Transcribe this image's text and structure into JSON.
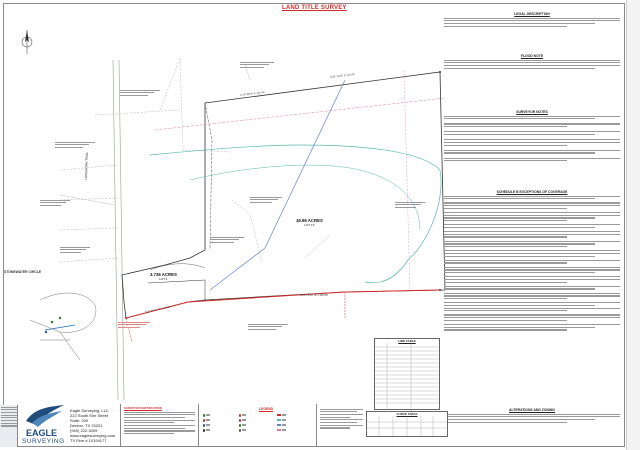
{
  "title": "LAND TITLE SURVEY",
  "headers": {
    "legal": "LEGAL DESCRIPTION",
    "flood": "FLOOD NOTE",
    "surveyor": "SURVEYOR NOTES",
    "schedule": "SCHEDULE B EXCEPTIONS OF COVERAGE",
    "alterations": "ALTERATIONS AND ZONING",
    "legend": "LEGEND",
    "survey_cert": "SURVEYOR CERTIFICATION",
    "line_table": "LINE TABLE",
    "curve_table": "CURVE TABLE"
  },
  "parcels": {
    "acres_main": "16.96 ACRES",
    "acres_main_sub": "LOT 1X",
    "acres_small": "3.736 ACRES",
    "acres_small_sub": "LOT 1"
  },
  "side_labels": {
    "street": "LONGHORN TRAIL",
    "circle": "STONEWATER CIRCLE"
  },
  "company": {
    "name": "Eagle Surveying, LLC",
    "address1": "222 South Elm Street",
    "address2": "Suite: 200",
    "city": "Denton, TX 76201",
    "phone": "(940) 222-3009",
    "web": "www.eaglesurveying.com",
    "firm": "TX Firm # 10194177",
    "logo_top": "EAGLE",
    "logo_bottom": "SURVEYING"
  },
  "colors": {
    "title_red": "#d12b2b",
    "boundary_red": "#d12b2b",
    "easement_blue": "#6a7fd0",
    "flood_teal": "#5bb6b0",
    "brand_blue": "#1f4c7a"
  }
}
